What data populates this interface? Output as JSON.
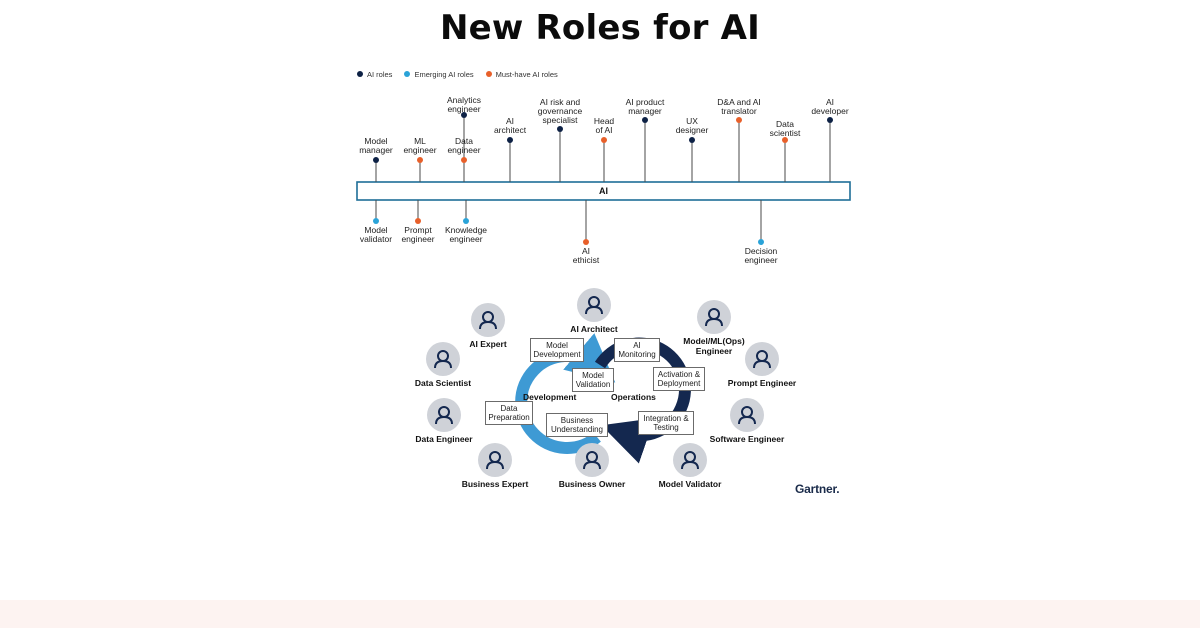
{
  "title": "New Roles for AI",
  "colors": {
    "ai_roles": "#0d2145",
    "emerging": "#2aa3d8",
    "must_have": "#e8602a",
    "bar_border": "#1e6e97",
    "dev_blue": "#3e9ad4",
    "ops_navy": "#14284f",
    "avatar_bg": "#cfd2d8"
  },
  "legend": [
    {
      "label": "AI roles",
      "color": "#0d2145"
    },
    {
      "label": "Emerging AI roles",
      "color": "#2aa3d8"
    },
    {
      "label": "Must-have AI roles",
      "color": "#e8602a"
    }
  ],
  "timeline": {
    "bar_label": "AI",
    "above": [
      {
        "label": "Model\nmanager",
        "kind": "ai_roles"
      },
      {
        "label": "ML\nengineer",
        "kind": "must_have"
      },
      {
        "label": "Analytics\nengineer",
        "kind": "ai_roles"
      },
      {
        "label": "Data\nengineer",
        "kind": "must_have"
      },
      {
        "label": "AI\narchitect",
        "kind": "ai_roles"
      },
      {
        "label": "AI risk and\ngovernance\nspecialist",
        "kind": "ai_roles"
      },
      {
        "label": "Head\nof AI",
        "kind": "must_have"
      },
      {
        "label": "AI product\nmanager",
        "kind": "ai_roles"
      },
      {
        "label": "UX\ndesigner",
        "kind": "ai_roles"
      },
      {
        "label": "D&A and AI\ntranslator",
        "kind": "must_have"
      },
      {
        "label": "Data\nscientist",
        "kind": "must_have"
      },
      {
        "label": "AI\ndeveloper",
        "kind": "ai_roles"
      }
    ],
    "below": [
      {
        "label": "Model\nvalidator",
        "kind": "emerging"
      },
      {
        "label": "Prompt\nengineer",
        "kind": "must_have"
      },
      {
        "label": "Knowledge\nengineer",
        "kind": "emerging"
      },
      {
        "label": "AI\nethicist",
        "kind": "must_have"
      },
      {
        "label": "Decision\nengineer",
        "kind": "emerging"
      }
    ]
  },
  "cycle": {
    "people": [
      {
        "label": "AI Architect"
      },
      {
        "label": "AI Expert"
      },
      {
        "label": "Model/ML(Ops)\nEngineer"
      },
      {
        "label": "Data Scientist"
      },
      {
        "label": "Prompt Engineer"
      },
      {
        "label": "Data Engineer"
      },
      {
        "label": "Software Engineer"
      },
      {
        "label": "Business Expert"
      },
      {
        "label": "Business Owner"
      },
      {
        "label": "Model Validator"
      }
    ],
    "steps": [
      {
        "label": "Model\nDevelopment"
      },
      {
        "label": "AI\nMonitoring"
      },
      {
        "label": "Model\nValidation"
      },
      {
        "label": "Activation &\nDeployment"
      },
      {
        "label": "Data\nPreparation"
      },
      {
        "label": "Business\nUnderstanding"
      },
      {
        "label": "Integration &\nTesting"
      }
    ],
    "phases": {
      "development": "Development",
      "operations": "Operations"
    },
    "brand": "Gartner."
  }
}
